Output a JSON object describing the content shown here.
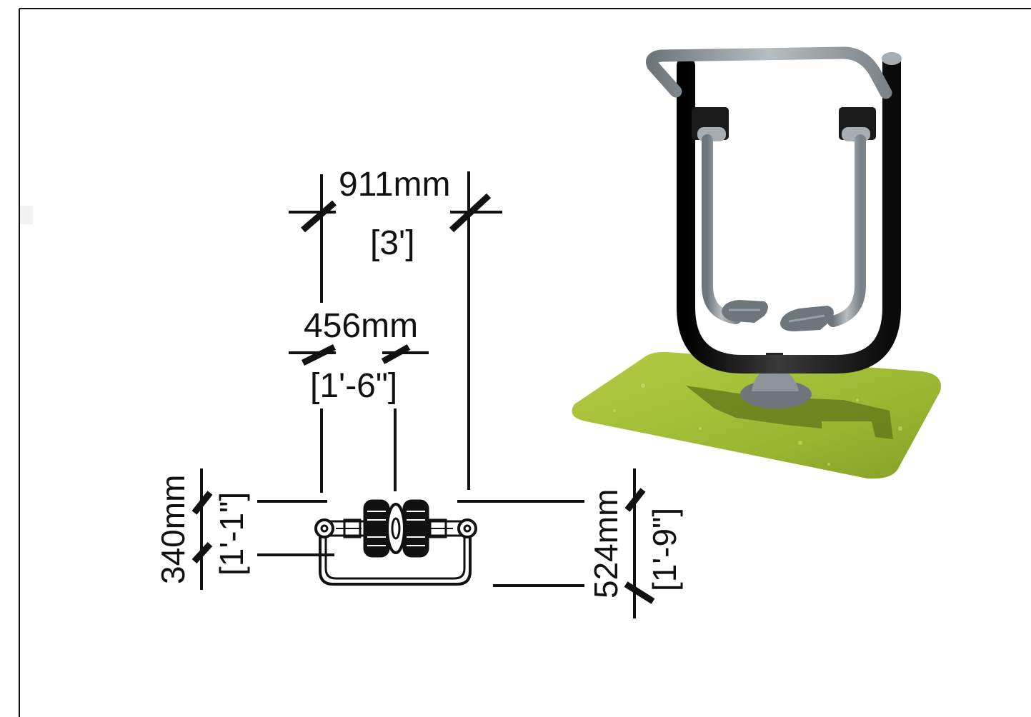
{
  "drawing": {
    "dimensions": {
      "overall_width": {
        "metric": "911mm",
        "imperial": "[3']"
      },
      "pedal_spacing": {
        "metric": "456mm",
        "imperial": "[1'-6\"]"
      },
      "base_depth": {
        "metric": "340mm",
        "imperial": "[1'-1\"]"
      },
      "overall_depth": {
        "metric": "524mm",
        "imperial": "[1'-9\"]"
      }
    },
    "colors": {
      "line": "#111111",
      "frame_black": "#1a1a1a",
      "steel_grey": "#8e9499",
      "grass": "#a8c23a",
      "grass_dark": "#7f9a24"
    }
  }
}
